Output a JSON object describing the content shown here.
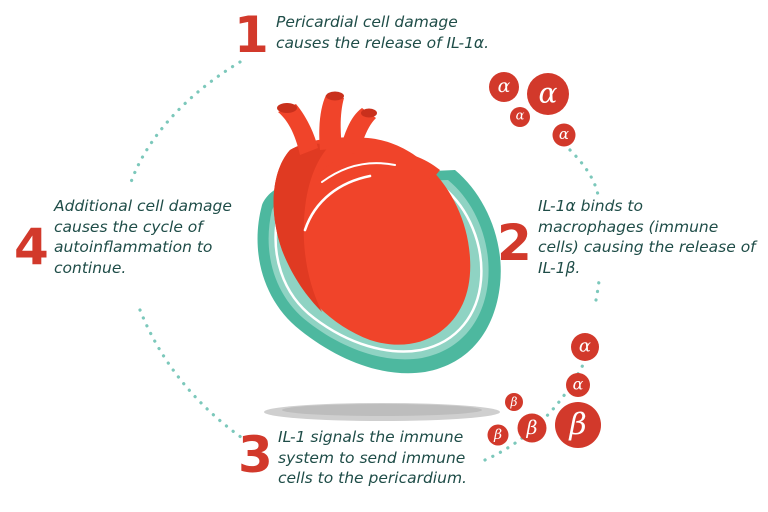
{
  "steps": [
    {
      "number": "1",
      "text": "Pericardial cell damage\ncauses the release of IL-1α."
    },
    {
      "number": "2",
      "text": "IL-1α binds to\nmacrophages (immune\ncells) causing the release of\nIL-1β."
    },
    {
      "number": "3",
      "text": "IL-1 signals the immune\nsystem to send immune\ncells to the pericardium."
    },
    {
      "number": "4",
      "text": "Additional cell damage\ncauses the cycle of\nautoinflammation to\ncontinue."
    }
  ],
  "molecules": {
    "alpha_symbol": "α",
    "beta_symbol": "β",
    "color": "#d2392b"
  },
  "colors": {
    "number": "#d2392b",
    "text": "#1f4d48",
    "heart": "#f0442a",
    "pericardium": "#4db89f",
    "dots": "#7cc8bb"
  }
}
